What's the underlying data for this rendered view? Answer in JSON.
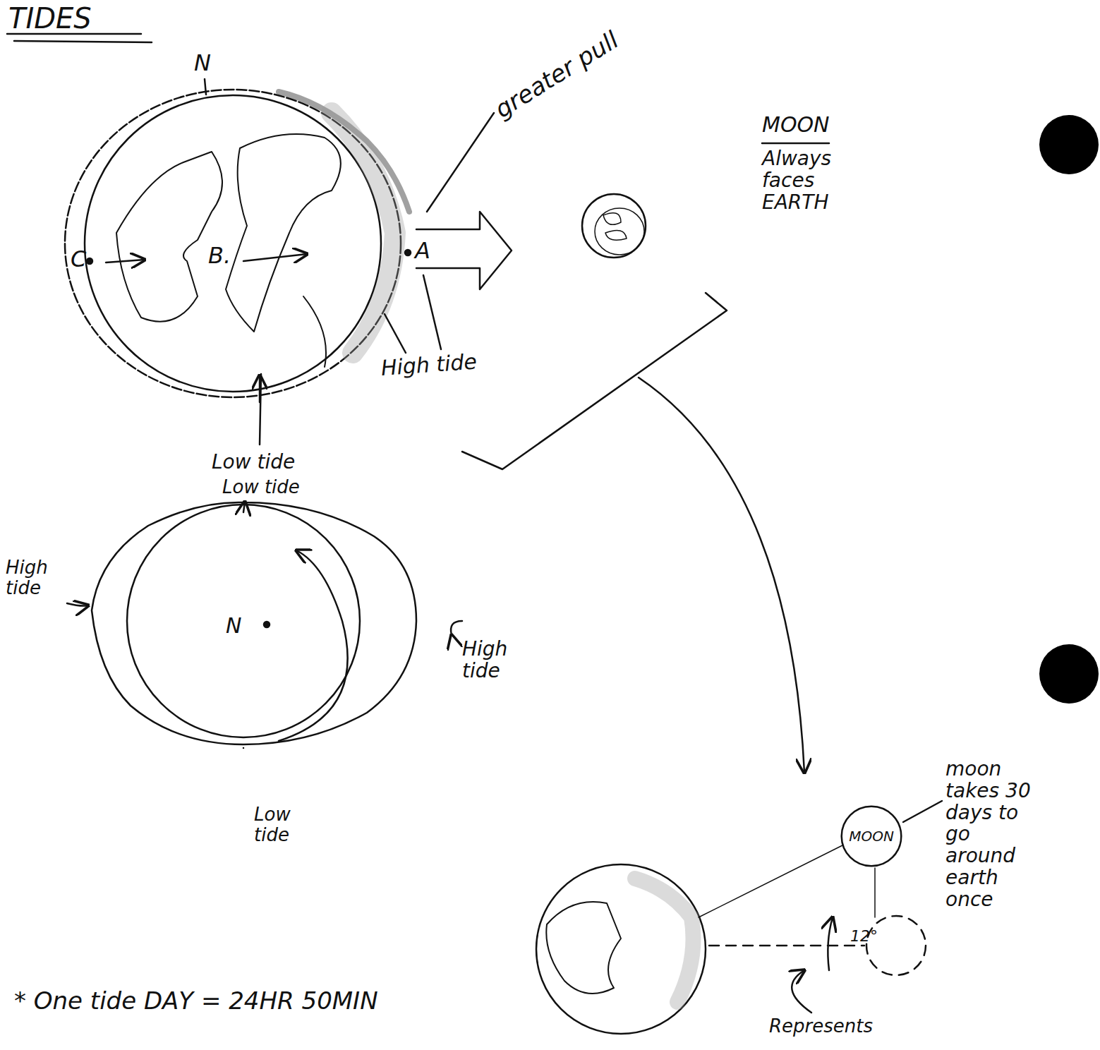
{
  "diagram": {
    "title": "TIDES",
    "nodes": [
      {
        "text": [
          "MOON"
        ]
      }
    ],
    "labels": [
      "N",
      "C",
      "B.",
      "A",
      "greater pull",
      "High tide",
      "Low tide",
      "Low tide",
      "High tide",
      "N",
      "High tide",
      "Low tide",
      "MOON",
      "Always faces EARTH",
      "moon takes 30 days to go around earth once",
      "12°",
      "Represents",
      "* One tide DAY = 24HR 50MIN"
    ]
  }
}
